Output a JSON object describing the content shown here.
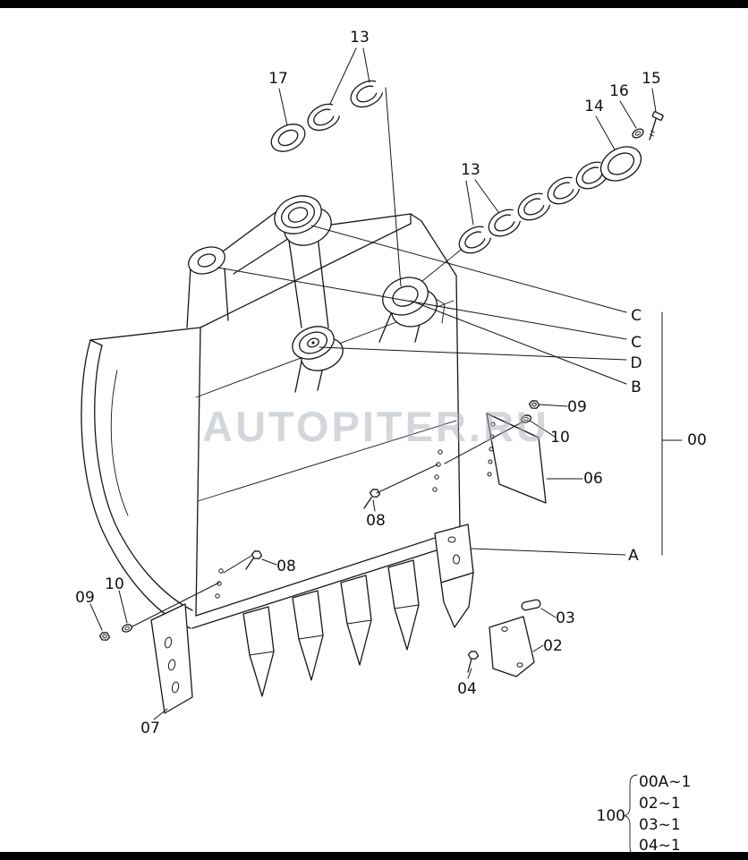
{
  "page": {
    "watermark": "AUTOPITER.RU",
    "watermark_color": "#a9aeb8",
    "background": "#ffffff",
    "bar_color": "#000000",
    "line_color": "#161616"
  },
  "callouts": {
    "c13_top": "13",
    "c17": "17",
    "c14": "14",
    "c16": "16",
    "c15": "15",
    "c13_mid": "13",
    "cC1": "C",
    "cC2": "C",
    "cD": "D",
    "cB": "B",
    "c00": "00",
    "c09_right": "09",
    "c10_right": "10",
    "c06": "06",
    "c08_upper": "08",
    "c08_lower": "08",
    "cA": "A",
    "c03": "03",
    "c02": "02",
    "c04": "04",
    "c10_left": "10",
    "c09_left": "09",
    "c07": "07"
  },
  "ref_table": {
    "ref": "100",
    "items": [
      "00A~1",
      "02~1",
      "03~1",
      "04~1"
    ]
  }
}
